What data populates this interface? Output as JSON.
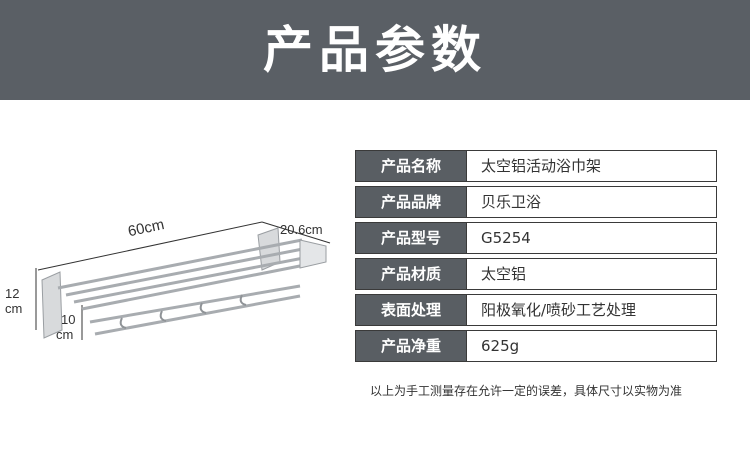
{
  "banner": {
    "title": "产品参数"
  },
  "dimensions": {
    "length": "60cm",
    "depth": "20.6cm",
    "height": "12",
    "height_unit": "cm",
    "hook": "10",
    "hook_unit": "cm"
  },
  "specs": [
    {
      "label": "产品名称",
      "value": "太空铝活动浴巾架"
    },
    {
      "label": "产品品牌",
      "value": "贝乐卫浴"
    },
    {
      "label": "产品型号",
      "value": "G5254"
    },
    {
      "label": "产品材质",
      "value": "太空铝"
    },
    {
      "label": "表面处理",
      "value": "阳极氧化/喷砂工艺处理"
    },
    {
      "label": "产品净重",
      "value": "625g"
    }
  ],
  "note": "以上为手工测量存在允许一定的误差，具体尺寸以实物为准"
}
